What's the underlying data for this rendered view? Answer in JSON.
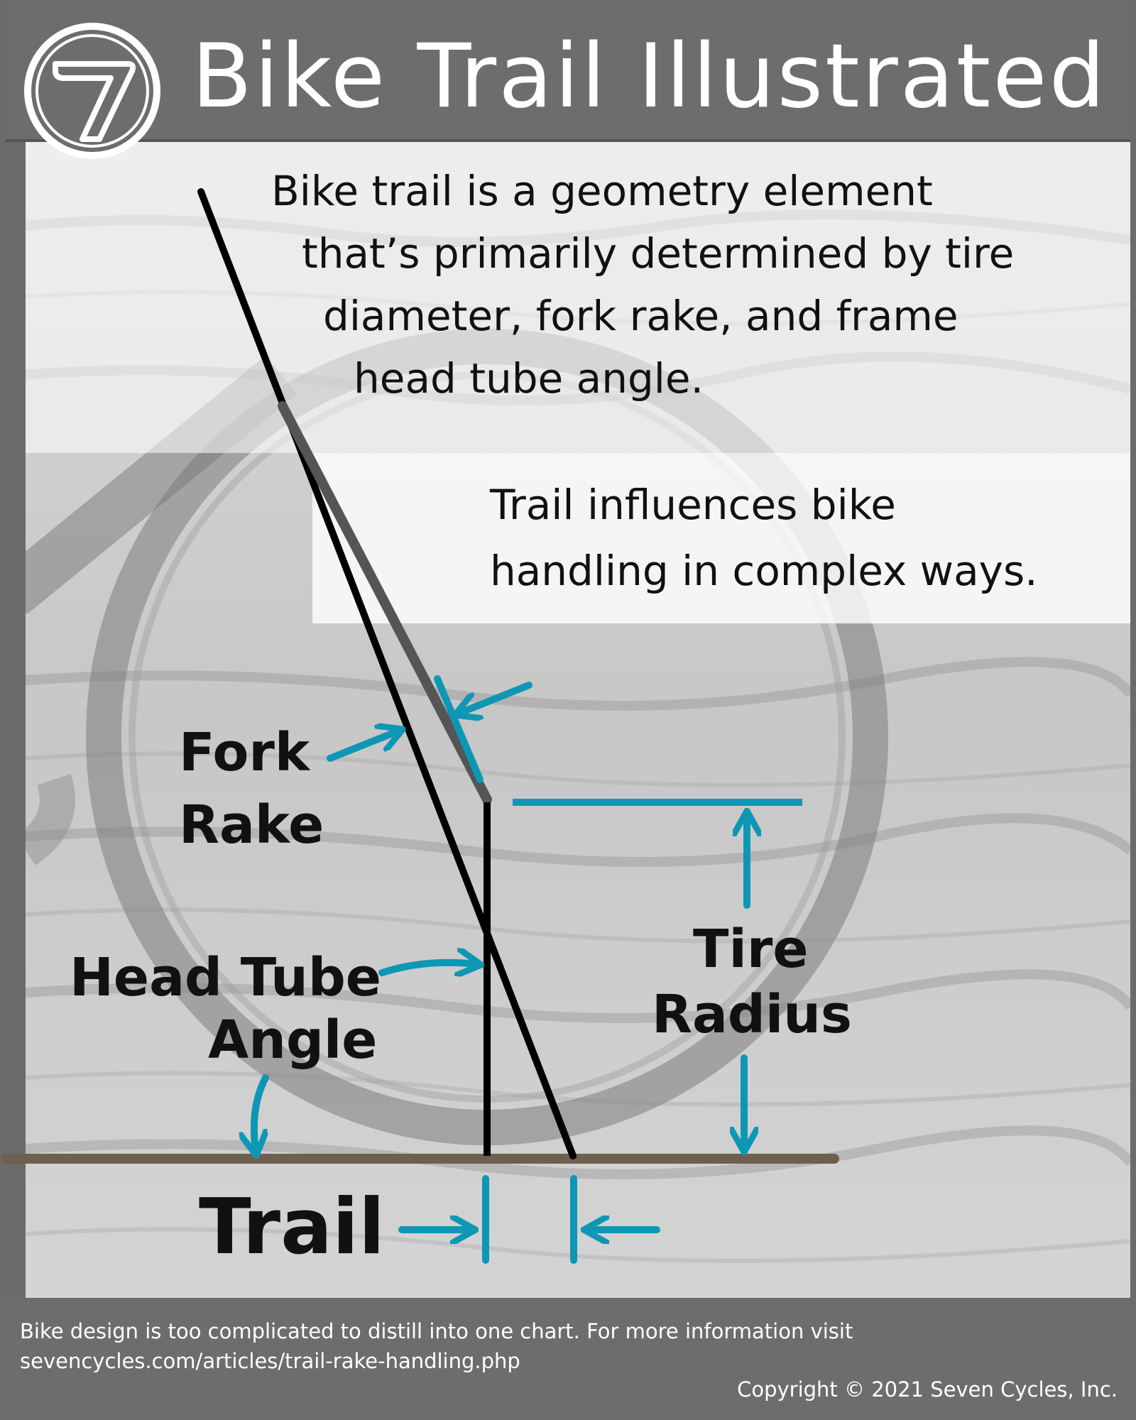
{
  "header": {
    "title": "Bike Trail Illustrated",
    "logo_text": "7"
  },
  "intro": {
    "lines": [
      "Bike trail is a geometry element",
      "that’s primarily determined by tire",
      "diameter, fork rake, and frame",
      "head tube angle."
    ]
  },
  "influence": {
    "lines": [
      "Trail influences bike",
      "handling in complex ways."
    ]
  },
  "labels": {
    "fork_rake": [
      "Fork",
      "Rake"
    ],
    "head_tube_angle": [
      "Head Tube",
      "Angle"
    ],
    "tire_radius": [
      "Tire",
      "Radius"
    ],
    "trail": "Trail"
  },
  "footer": {
    "note_line1": "Bike design is too complicated to distill into one chart.  For more information visit",
    "note_line2": "sevencycles.com/articles/trail-rake-handling.php",
    "copyright": "Copyright © 2021 Seven Cycles, Inc."
  },
  "colors": {
    "accent": "#0e97b5",
    "ground": "#6e5f4f",
    "line": "#000000",
    "fork": "#555555",
    "header_bg": "#6d6d6d",
    "title_text": "#ffffff"
  }
}
